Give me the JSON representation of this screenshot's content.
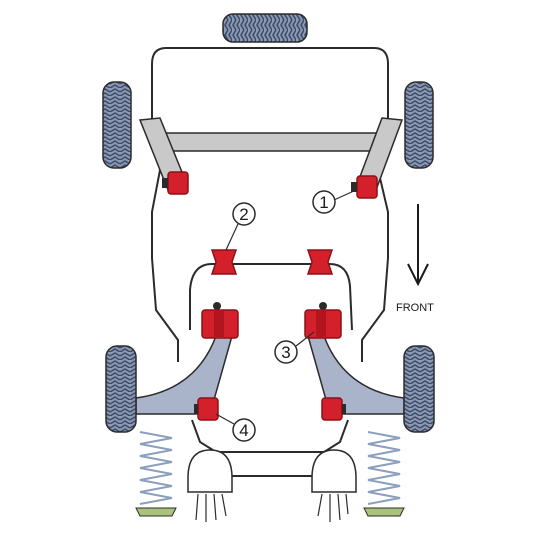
{
  "diagram": {
    "front_label": "FRONT",
    "callouts": [
      {
        "id": "1",
        "label": "1"
      },
      {
        "id": "2",
        "label": "2"
      },
      {
        "id": "3",
        "label": "3"
      },
      {
        "id": "4",
        "label": "4"
      }
    ]
  },
  "colors": {
    "outline": "#2b2b2b",
    "bush_red": "#d3202b",
    "bush_dark": "#8e1118",
    "tyre": "#8a99b5",
    "tyre_dark": "#3f4c66",
    "arm_fill": "#a9b3c9",
    "beam_fill": "#c9c9c9",
    "spring": "#8d9fbe",
    "spring_seat": "#a9c47a"
  }
}
